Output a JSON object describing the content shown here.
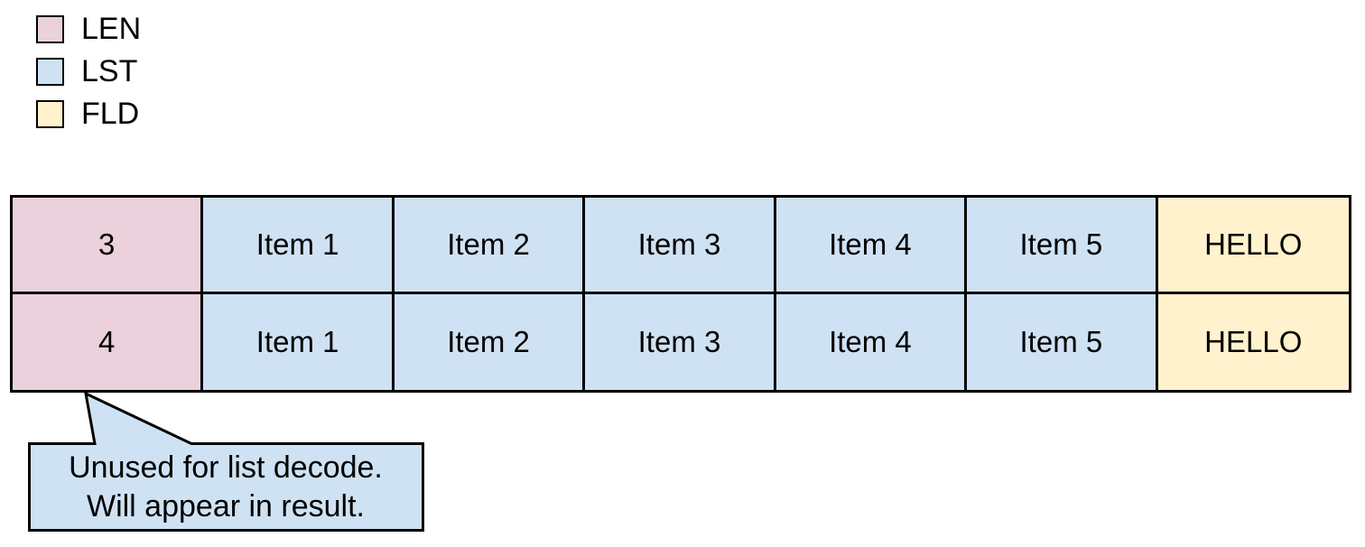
{
  "diagram": {
    "background": "#ffffff",
    "border_color": "#000000",
    "text_color": "#000000"
  },
  "legend": {
    "items": [
      {
        "label": "LEN",
        "color": "#ead1dc"
      },
      {
        "label": "LST",
        "color": "#cfe2f3"
      },
      {
        "label": "FLD",
        "color": "#fff2cc"
      }
    ]
  },
  "table": {
    "rows": [
      {
        "cells": [
          {
            "text": "3",
            "type": "LEN"
          },
          {
            "text": "Item 1",
            "type": "LST"
          },
          {
            "text": "Item 2",
            "type": "LST"
          },
          {
            "text": "Item 3",
            "type": "LST"
          },
          {
            "text": "Item 4",
            "type": "LST"
          },
          {
            "text": "Item 5",
            "type": "LST"
          },
          {
            "text": "HELLO",
            "type": "FLD"
          }
        ]
      },
      {
        "cells": [
          {
            "text": "4",
            "type": "LEN"
          },
          {
            "text": "Item 1",
            "type": "LST"
          },
          {
            "text": "Item 2",
            "type": "LST"
          },
          {
            "text": "Item 3",
            "type": "LST"
          },
          {
            "text": "Item 4",
            "type": "LST"
          },
          {
            "text": "Item 5",
            "type": "LST"
          },
          {
            "text": "HELLO",
            "type": "FLD"
          }
        ]
      }
    ]
  },
  "callout": {
    "line1": "Unused for list decode.",
    "line2": "Will appear in result.",
    "fill": "#cfe2f3"
  }
}
